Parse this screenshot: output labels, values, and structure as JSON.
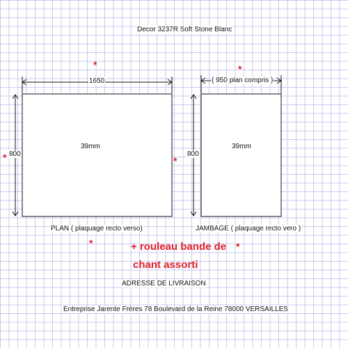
{
  "title": "Decor 3237R Soft Stone Blanc",
  "plan": {
    "width_label": "1650",
    "height_label": "800",
    "thickness_label": "39mm",
    "caption": "PLAN ( plaquage recto verso)"
  },
  "jambage": {
    "width_label": "( 950 plan compris )",
    "height_label": "800",
    "thickness_label": "39mm",
    "caption": "JAMBAGE ( plaquage recto vero )"
  },
  "note": [
    "+ rouleau bande de",
    "chant assorti"
  ],
  "delivery_heading": "ADRESSE DE LIVRAISON",
  "delivery_address": "Entreprise Jarente Frères 78 Boulevard de la Reine 78000 VERSAILLES",
  "colors": {
    "grid": "#c9c9f2",
    "annotation": "#e0202a",
    "line": "#111111"
  }
}
